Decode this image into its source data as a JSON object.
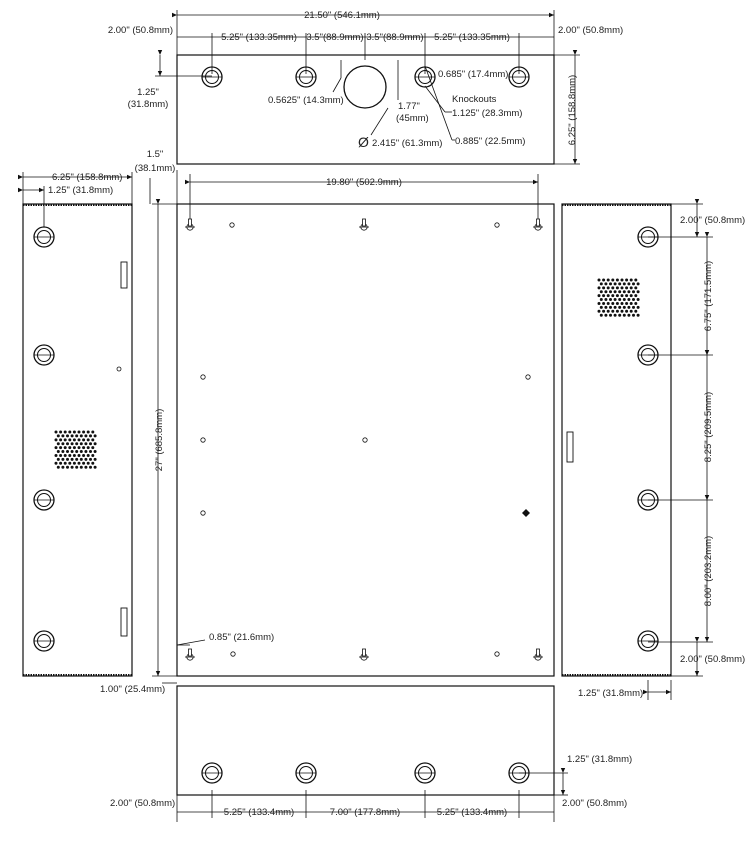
{
  "top_view": {
    "overall_width": "21.50\" (546.1mm)",
    "left_edge": "2.00\" (50.8mm)",
    "right_edge": "2.00\" (50.8mm)",
    "spacing_left": "5.25\" (133.35mm)",
    "spacing_center_left": "3.5\"(88.9mm)",
    "spacing_center_right": "3.5\"(88.9mm)",
    "spacing_right": "5.25\" (133.35mm)",
    "depth_offset": "1.25\"",
    "depth_offset_mm": "(31.8mm)",
    "small_offset": "0.5625\" (14.3mm)",
    "center_drop": "1.77\"",
    "center_drop_mm": "(45mm)",
    "large_knockout_diameter": "2.415\" (61.3mm)",
    "knockout_small": "0.685\" (17.4mm)",
    "knockouts_title": "Knockouts",
    "knockout_medium": "1.125\" (28.3mm)",
    "knockout_large": "0.885\" (22.5mm)",
    "height": "6.25\" (158.8mm)",
    "diameter_symbol": "Ø"
  },
  "left_view": {
    "depth": "6.25\" (158.8mm)",
    "offset": "1.25\" (31.8mm)"
  },
  "front_view": {
    "flange": "1.5\"",
    "flange_mm": "(38.1mm)",
    "mount_width": "19.80\" (502.9mm)",
    "height": "27\" (685.8mm)",
    "hole_offset": "0.85\" (21.6mm)",
    "bottom_offset": "1.00\" (25.4mm)"
  },
  "right_view": {
    "top_edge": "2.00\" (50.8mm)",
    "spacing_1": "6.75\" (171.5mm)",
    "spacing_2": "8.25\" (209.5mm)",
    "spacing_3": "8.00\" (203.2mm)",
    "bottom_edge": "2.00\" (50.8mm)",
    "depth_offset": "1.25\" (31.8mm)"
  },
  "bottom_view": {
    "depth_offset": "1.25\" (31.8mm)",
    "left_edge": "2.00\" (50.8mm)",
    "spacing_left": "5.25\" (133.4mm)",
    "spacing_center": "7.00\" (177.8mm)",
    "spacing_right": "5.25\" (133.4mm)",
    "right_edge": "2.00\" (50.8mm)"
  }
}
